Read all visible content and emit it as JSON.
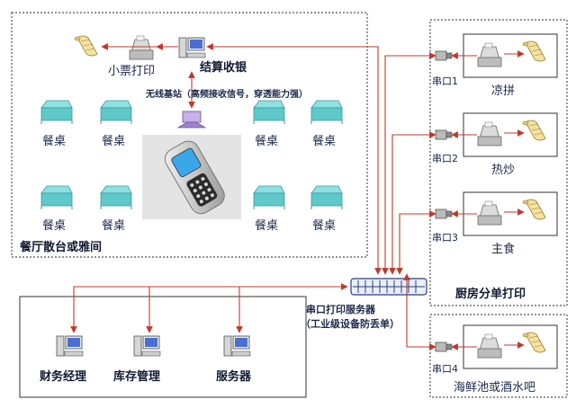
{
  "dining_area": {
    "title": "餐厅散台或雅间",
    "table_label": "餐桌",
    "receipt_print": "小票打印",
    "checkout": "结算收银",
    "wireless_base": "无线基站（高频接收信号，穿透能力强）"
  },
  "kitchen": {
    "title": "厨房分单打印",
    "stations": [
      {
        "port": "串口1",
        "name": "凉拼"
      },
      {
        "port": "串口2",
        "name": "热炒"
      },
      {
        "port": "串口3",
        "name": "主食"
      }
    ],
    "extra_station": {
      "port": "串口4",
      "name": "海鲜池或酒水吧"
    }
  },
  "server": {
    "line1": "串口打印服务器",
    "line2": "（工业级设备防丢单）"
  },
  "office": {
    "items": [
      "财务经理",
      "库存管理",
      "服务器"
    ]
  },
  "colors": {
    "arrow": "#c0392b",
    "border": "#555555",
    "table": "#5fc8c8",
    "monitor": "#4a6fd0",
    "phone_screen": "#39a8e8"
  }
}
